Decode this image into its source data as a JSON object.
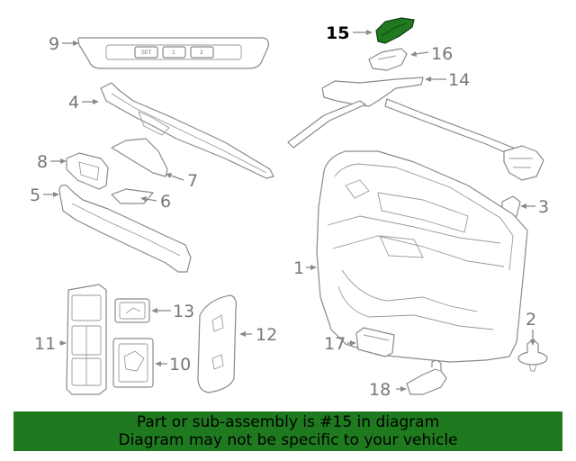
{
  "diagram": {
    "callouts": [
      "1",
      "2",
      "3",
      "4",
      "5",
      "6",
      "7",
      "8",
      "9",
      "10",
      "11",
      "12",
      "13",
      "14",
      "15",
      "16",
      "17",
      "18"
    ],
    "highlighted_callout": "15",
    "switch_labels": [
      "SET",
      "1",
      "2"
    ]
  },
  "banner": {
    "line1": "Part or sub-assembly is #15 in diagram",
    "line2": "Diagram may not be specific to your vehicle"
  },
  "colors": {
    "highlight": "#1f7a1f",
    "banner_bg": "#1f7a1f",
    "line": "#8a8a8a"
  }
}
